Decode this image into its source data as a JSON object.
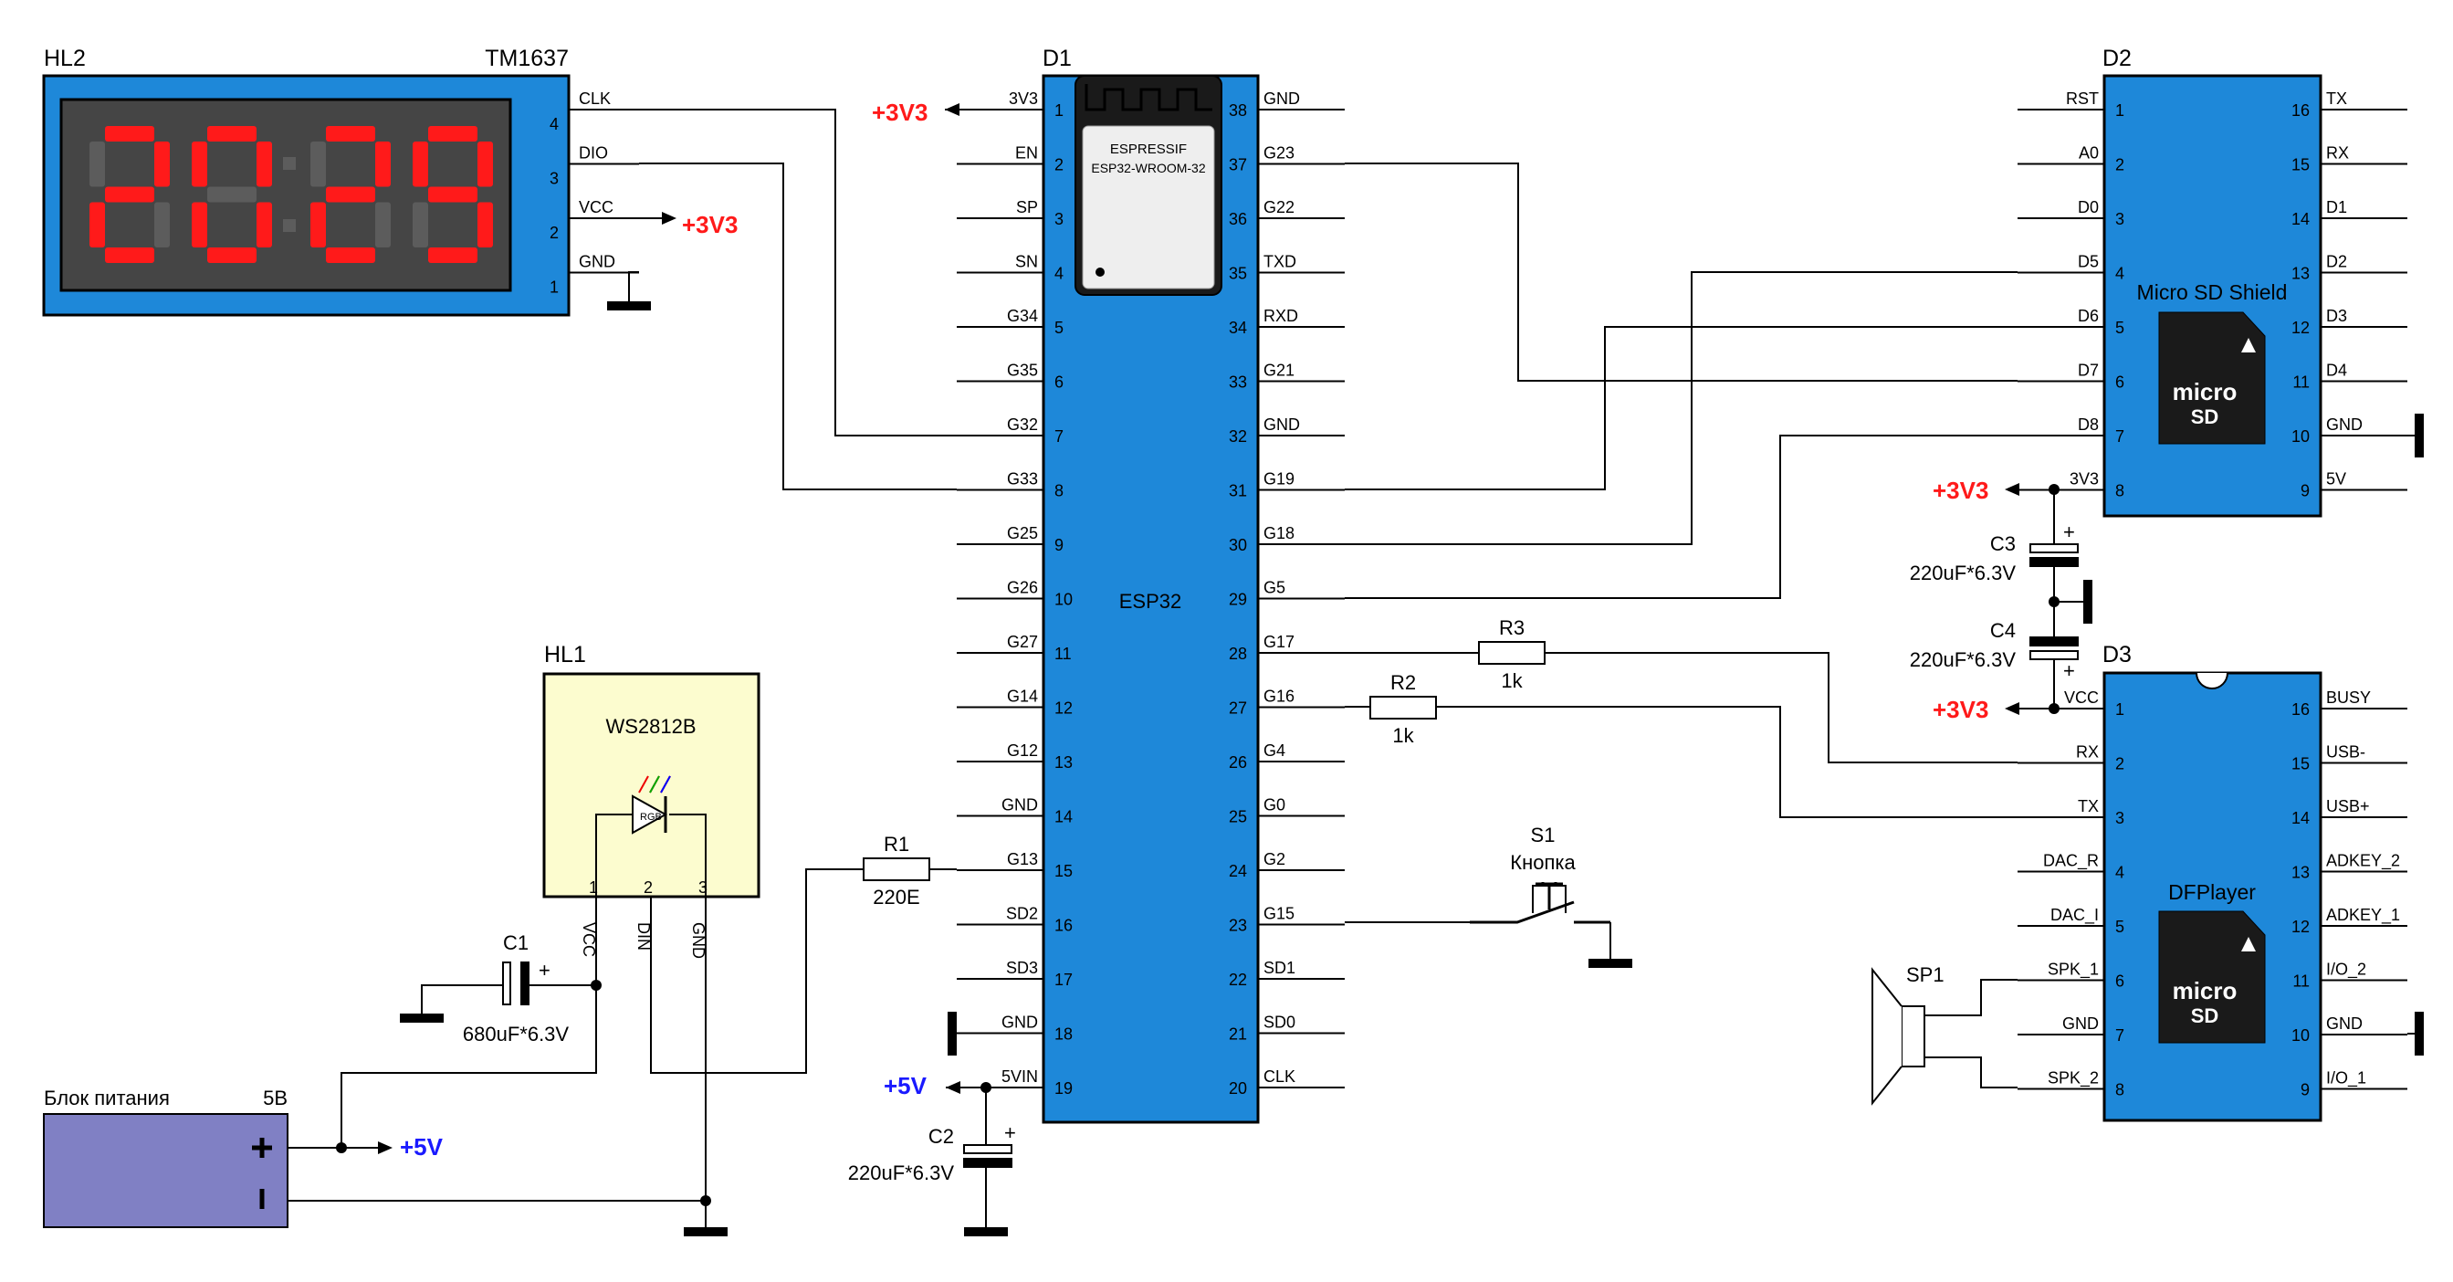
{
  "rails": {
    "v33": "+3V3",
    "v5": "+5V"
  },
  "colors": {
    "module": "#1e88d9",
    "chip_bg": "#1a1a1a",
    "seg_on": "#ff1a1a",
    "seg_off": "#5c5c5c",
    "disp_face": "#454545",
    "ws_bg": "#fcfccf",
    "psu": "#8080c4",
    "rail_red": "#ff1a1a",
    "rail_blue": "#1a1aff"
  },
  "hl2": {
    "ref": "HL2",
    "part": "TM1637",
    "digits": "20:29",
    "pins": [
      {
        "n": "4",
        "name": "CLK"
      },
      {
        "n": "3",
        "name": "DIO"
      },
      {
        "n": "2",
        "name": "VCC"
      },
      {
        "n": "1",
        "name": "GND"
      }
    ]
  },
  "d1": {
    "ref": "D1",
    "name": "ESP32",
    "chip_brand": "ESPRESSIF",
    "chip_model": "ESP32-WROOM-32",
    "left": [
      {
        "n": "1",
        "name": "3V3"
      },
      {
        "n": "2",
        "name": "EN"
      },
      {
        "n": "3",
        "name": "SP"
      },
      {
        "n": "4",
        "name": "SN"
      },
      {
        "n": "5",
        "name": "G34"
      },
      {
        "n": "6",
        "name": "G35"
      },
      {
        "n": "7",
        "name": "G32"
      },
      {
        "n": "8",
        "name": "G33"
      },
      {
        "n": "9",
        "name": "G25"
      },
      {
        "n": "10",
        "name": "G26"
      },
      {
        "n": "11",
        "name": "G27"
      },
      {
        "n": "12",
        "name": "G14"
      },
      {
        "n": "13",
        "name": "G12"
      },
      {
        "n": "14",
        "name": "GND"
      },
      {
        "n": "15",
        "name": "G13"
      },
      {
        "n": "16",
        "name": "SD2"
      },
      {
        "n": "17",
        "name": "SD3"
      },
      {
        "n": "18",
        "name": "GND"
      },
      {
        "n": "19",
        "name": "5VIN"
      }
    ],
    "right": [
      {
        "n": "38",
        "name": "GND"
      },
      {
        "n": "37",
        "name": "G23"
      },
      {
        "n": "36",
        "name": "G22"
      },
      {
        "n": "35",
        "name": "TXD"
      },
      {
        "n": "34",
        "name": "RXD"
      },
      {
        "n": "33",
        "name": "G21"
      },
      {
        "n": "32",
        "name": "GND"
      },
      {
        "n": "31",
        "name": "G19"
      },
      {
        "n": "30",
        "name": "G18"
      },
      {
        "n": "29",
        "name": "G5"
      },
      {
        "n": "28",
        "name": "G17"
      },
      {
        "n": "27",
        "name": "G16"
      },
      {
        "n": "26",
        "name": "G4"
      },
      {
        "n": "25",
        "name": "G0"
      },
      {
        "n": "24",
        "name": "G2"
      },
      {
        "n": "23",
        "name": "G15"
      },
      {
        "n": "22",
        "name": "SD1"
      },
      {
        "n": "21",
        "name": "SD0"
      },
      {
        "n": "20",
        "name": "CLK"
      }
    ]
  },
  "d2": {
    "ref": "D2",
    "name": "Micro SD Shield",
    "left": [
      {
        "n": "1",
        "name": "RST"
      },
      {
        "n": "2",
        "name": "A0"
      },
      {
        "n": "3",
        "name": "D0"
      },
      {
        "n": "4",
        "name": "D5"
      },
      {
        "n": "5",
        "name": "D6"
      },
      {
        "n": "6",
        "name": "D7"
      },
      {
        "n": "7",
        "name": "D8"
      },
      {
        "n": "8",
        "name": "3V3"
      }
    ],
    "right": [
      {
        "n": "16",
        "name": "TX"
      },
      {
        "n": "15",
        "name": "RX"
      },
      {
        "n": "14",
        "name": "D1"
      },
      {
        "n": "13",
        "name": "D2"
      },
      {
        "n": "12",
        "name": "D3"
      },
      {
        "n": "11",
        "name": "D4"
      },
      {
        "n": "10",
        "name": "GND"
      },
      {
        "n": "9",
        "name": "5V"
      }
    ]
  },
  "d3": {
    "ref": "D3",
    "name": "DFPlayer",
    "left": [
      {
        "n": "1",
        "name": "VCC"
      },
      {
        "n": "2",
        "name": "RX"
      },
      {
        "n": "3",
        "name": "TX"
      },
      {
        "n": "4",
        "name": "DAC_R"
      },
      {
        "n": "5",
        "name": "DAC_I"
      },
      {
        "n": "6",
        "name": "SPK_1"
      },
      {
        "n": "7",
        "name": "GND"
      },
      {
        "n": "8",
        "name": "SPK_2"
      }
    ],
    "right": [
      {
        "n": "16",
        "name": "BUSY"
      },
      {
        "n": "15",
        "name": "USB-"
      },
      {
        "n": "14",
        "name": "USB+"
      },
      {
        "n": "13",
        "name": "ADKEY_2"
      },
      {
        "n": "12",
        "name": "ADKEY_1"
      },
      {
        "n": "11",
        "name": "I/O_2"
      },
      {
        "n": "10",
        "name": "GND"
      },
      {
        "n": "9",
        "name": "I/O_1"
      }
    ]
  },
  "hl1": {
    "ref": "HL1",
    "part": "WS2812B",
    "led": "RGB",
    "pins": [
      {
        "n": "1",
        "name": "VCC"
      },
      {
        "n": "2",
        "name": "DIN"
      },
      {
        "n": "3",
        "name": "GND"
      }
    ]
  },
  "r1": {
    "ref": "R1",
    "value": "220E"
  },
  "r2": {
    "ref": "R2",
    "value": "1k"
  },
  "r3": {
    "ref": "R3",
    "value": "1k"
  },
  "c1": {
    "ref": "C1",
    "value": "680uF*6.3V"
  },
  "c2": {
    "ref": "C2",
    "value": "220uF*6.3V"
  },
  "c3": {
    "ref": "C3",
    "value": "220uF*6.3V"
  },
  "c4": {
    "ref": "C4",
    "value": "220uF*6.3V"
  },
  "s1": {
    "ref": "S1",
    "name": "Кнопка"
  },
  "sp1": {
    "ref": "SP1"
  },
  "psu": {
    "name": "Блок питания",
    "voltage": "5В"
  },
  "sd_logo": {
    "top": "micro",
    "bottom": "SD"
  }
}
